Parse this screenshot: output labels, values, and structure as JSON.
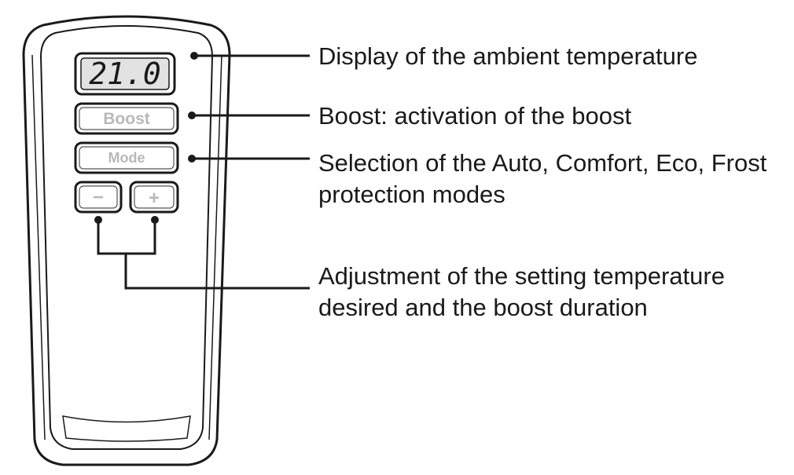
{
  "remote": {
    "display_value": "21.0",
    "boost_label": "Boost",
    "mode_label": "Mode",
    "minus_label": "−",
    "plus_label": "+"
  },
  "callouts": {
    "display": [
      "Display of the ambient temperature"
    ],
    "boost": [
      "Boost: activation of the boost"
    ],
    "mode": [
      "Selection of the Auto, Comfort, Eco, Frost",
      "protection modes"
    ],
    "adjust": [
      "Adjustment of the setting temperature",
      "desired and the boost duration"
    ]
  }
}
